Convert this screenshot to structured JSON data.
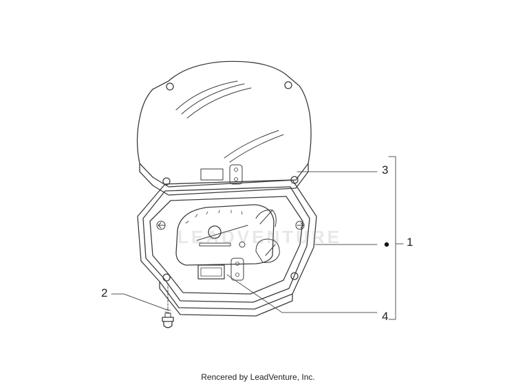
{
  "callouts": {
    "one": "1",
    "two": "2",
    "three": "3",
    "four": "4"
  },
  "watermark_text": "LEADVENTURE",
  "footer_text": "Rencered by LeadVenture, Inc.",
  "colors": {
    "line": "#3a3a3a",
    "light_line": "#8a8a8a",
    "watermark": "#cccccc"
  }
}
